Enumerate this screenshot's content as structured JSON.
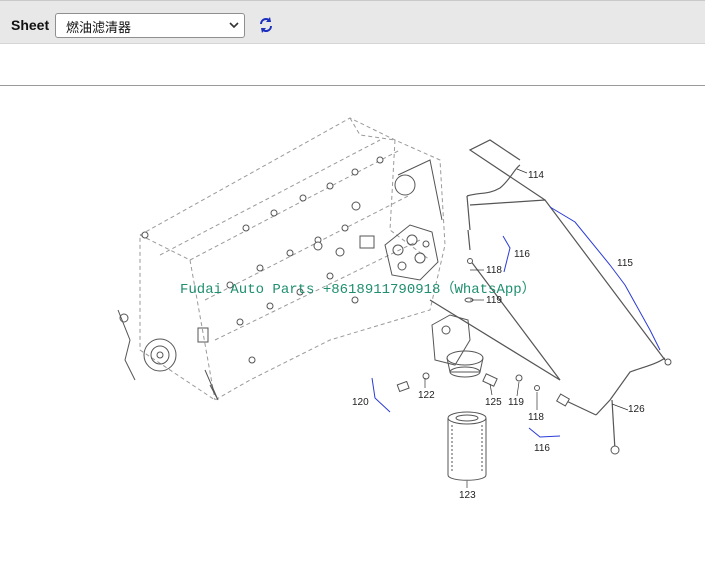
{
  "toolbar": {
    "sheet_label": "Sheet",
    "selected_sheet": "燃油滤清器",
    "refresh_icon": "refresh-icon",
    "dropdown_icon": "chevron-down-icon"
  },
  "diagram": {
    "watermark": "Fudai Auto Parts +8618911790918（WhatsApp）",
    "callouts": {
      "c114": "114",
      "c115": "115",
      "c116a": "116",
      "c118a": "118",
      "c119a": "119",
      "c120": "120",
      "c122": "122",
      "c125": "125",
      "c119b": "119",
      "c118b": "118",
      "c116b": "116",
      "c126": "126",
      "c123": "123"
    },
    "colors": {
      "line": "#555555",
      "dashed": "#9a9a9a",
      "annotation": "#2a3bd6"
    }
  }
}
